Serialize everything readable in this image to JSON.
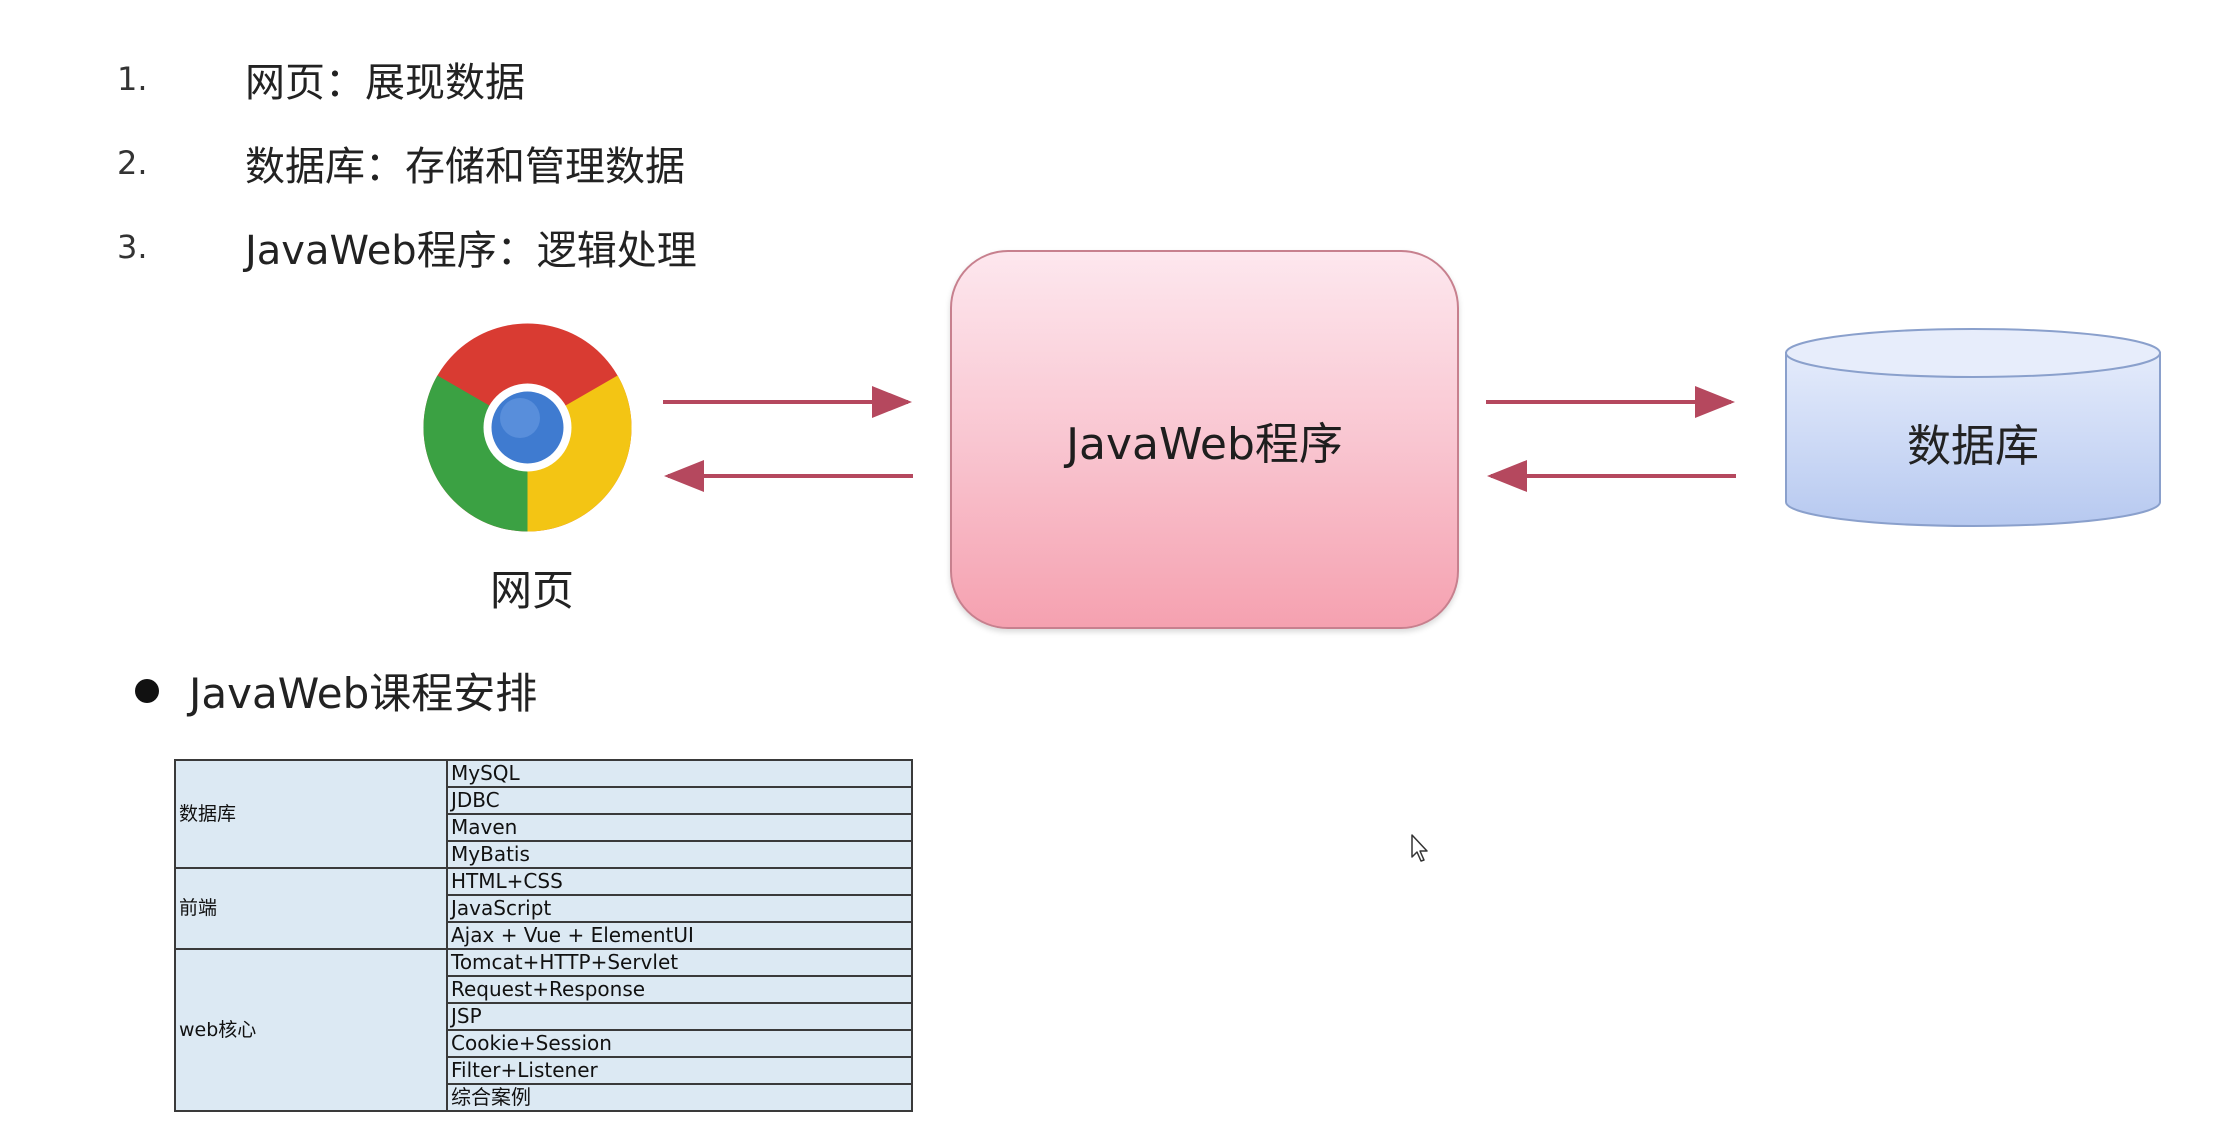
{
  "intro_list": [
    {
      "num": "1.",
      "text": "网页：展现数据"
    },
    {
      "num": "2.",
      "text": "数据库：存储和管理数据"
    },
    {
      "num": "3.",
      "text": "JavaWeb程序：逻辑处理"
    }
  ],
  "diagram": {
    "browser_label": "网页",
    "app_label": "JavaWeb程序",
    "db_label": "数据库",
    "arrow_color": "#b5485e",
    "box_border_color": "#c7808e",
    "db_color": "#c9d7f4"
  },
  "course_section": {
    "bullet_text": "JavaWeb课程安排",
    "groups": [
      {
        "category": "数据库",
        "items": [
          "MySQL",
          "JDBC",
          "Maven",
          "MyBatis"
        ]
      },
      {
        "category": "前端",
        "items": [
          "HTML+CSS",
          "JavaScript",
          "Ajax + Vue + ElementUI"
        ]
      },
      {
        "category": "web核心",
        "items": [
          "Tomcat+HTTP+Servlet",
          "Request+Response",
          "JSP",
          "Cookie+Session",
          "Filter+Listener",
          "综合案例"
        ]
      }
    ]
  }
}
